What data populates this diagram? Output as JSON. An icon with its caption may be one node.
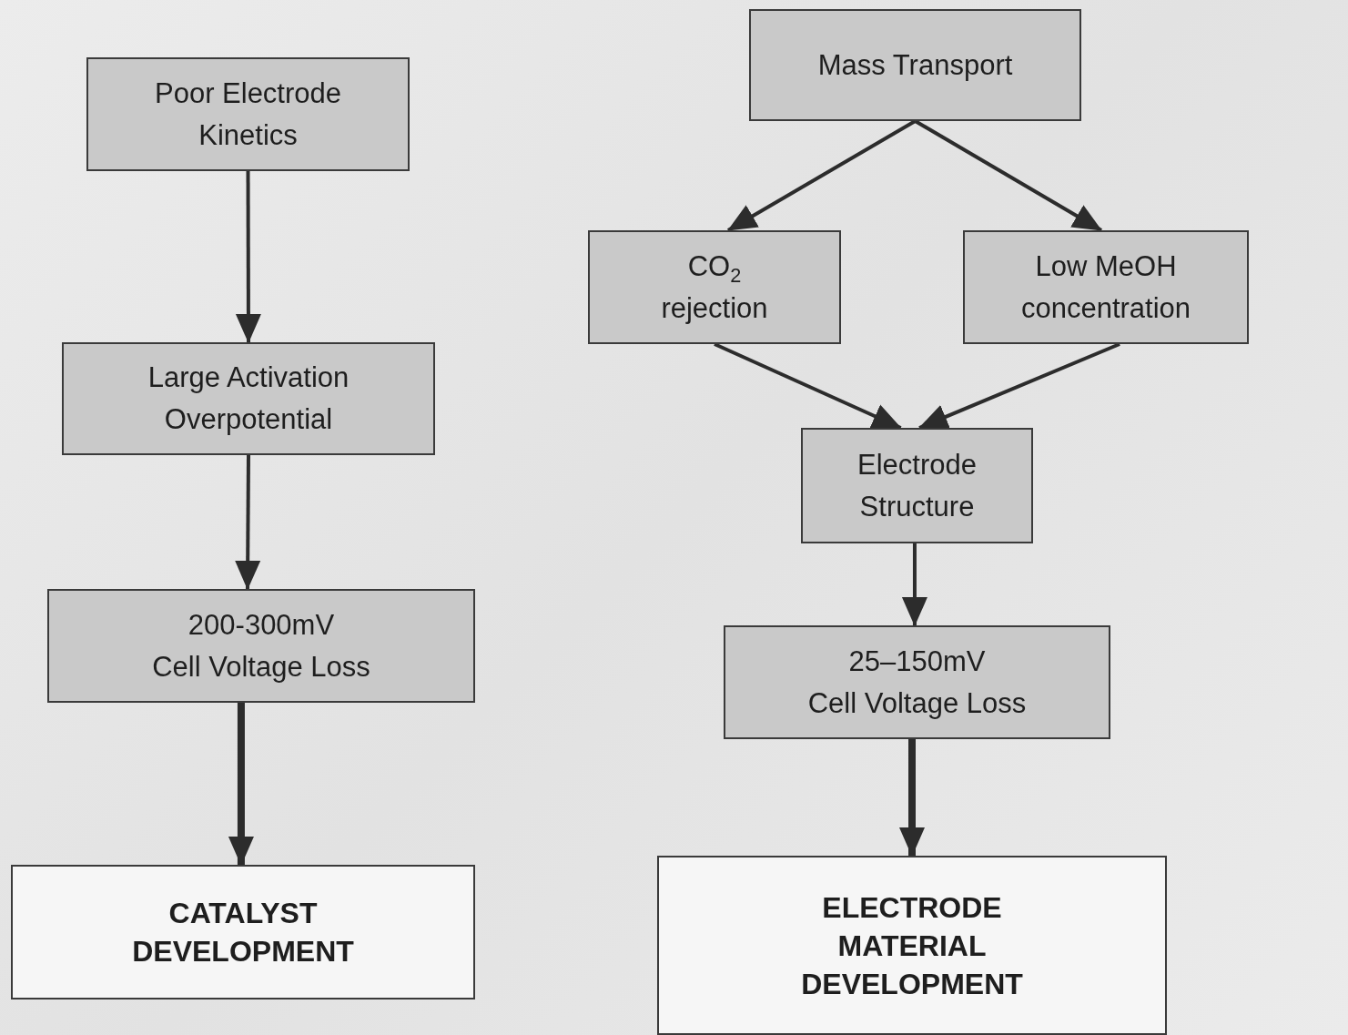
{
  "diagram": {
    "nodes": [
      {
        "text": [
          "Poor Electrode Kinetics"
        ]
      },
      {
        "text": [
          "Large Activation Overpotential"
        ]
      },
      {
        "text": [
          "200-300mV Cell Voltage Loss"
        ]
      },
      {
        "text": [
          "CATALYST DEVELOPMENT"
        ]
      },
      {
        "text": [
          "Mass Transport"
        ]
      },
      {
        "text": [
          "CO$_{2}$ rejection"
        ]
      },
      {
        "text": [
          "Low MeOH concentration"
        ]
      },
      {
        "text": [
          "Electrode Structure"
        ]
      },
      {
        "text": [
          "25–150mV Cell Voltage Loss"
        ]
      },
      {
        "text": [
          "ELECTRODE MATERIAL DEVELOPMENT"
        ]
      }
    ],
    "edges": [
      {
        "from": 0,
        "to": 1,
        "arrow": "to"
      },
      {
        "from": 1,
        "to": 2,
        "arrow": "to"
      },
      {
        "from": 2,
        "to": 3,
        "arrow": "to",
        "style": "thick"
      },
      {
        "from": 4,
        "to": 5,
        "arrow": "to"
      },
      {
        "from": 4,
        "to": 6,
        "arrow": "to"
      },
      {
        "from": 5,
        "to": 7,
        "arrow": "to"
      },
      {
        "from": 6,
        "to": 7,
        "arrow": "to"
      },
      {
        "from": 7,
        "to": 8,
        "arrow": "to"
      },
      {
        "from": 8,
        "to": 9,
        "arrow": "to",
        "style": "thick"
      }
    ]
  }
}
